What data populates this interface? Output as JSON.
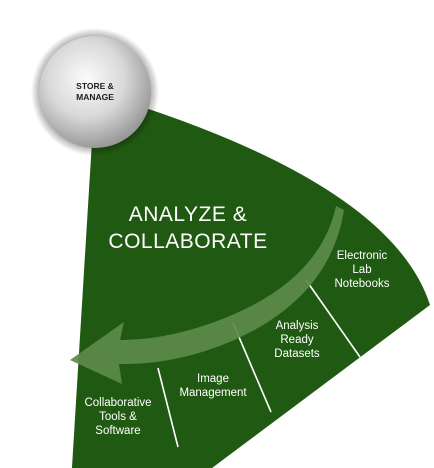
{
  "center_circle": {
    "label_line1": "STORE &",
    "label_line2": "MANAGE"
  },
  "main_sector": {
    "title_line1": "ANALYZE &",
    "title_line2": "COLLABORATE"
  },
  "segments": [
    {
      "line1": "Collaborative",
      "line2": "Tools &",
      "line3": "Software"
    },
    {
      "line1": "Image",
      "line2": "Management"
    },
    {
      "line1": "Analysis",
      "line2": "Ready",
      "line3": "Datasets"
    },
    {
      "line1": "Electronic",
      "line2": "Lab",
      "line3": "Notebooks"
    }
  ],
  "colors": {
    "sector_green": "#205a12",
    "arrow_green": "#5c8a4a",
    "divider_white": "#ffffff",
    "circle_gray": "#d8d8d8"
  }
}
